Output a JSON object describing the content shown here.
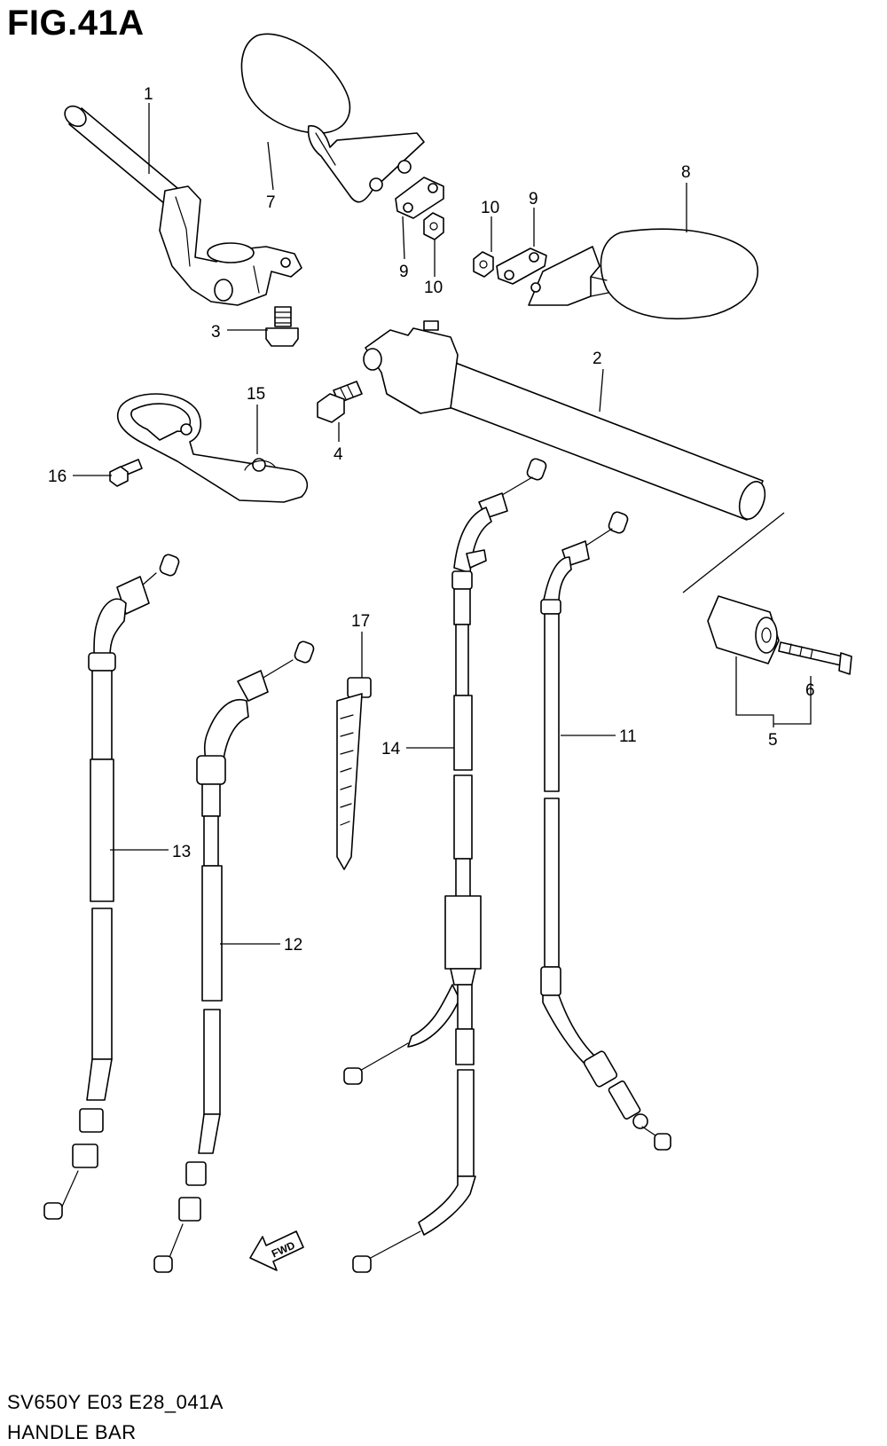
{
  "figure": {
    "title": "FIG.41A",
    "code": "SV650Y E03 E28_041A",
    "name": "HANDLE BAR",
    "fwd_label": "FWD"
  },
  "callouts": {
    "c1": "1",
    "c2": "2",
    "c3": "3",
    "c4": "4",
    "c5": "5",
    "c6": "6",
    "c7": "7",
    "c8": "8",
    "c9a": "9",
    "c9b": "9",
    "c10a": "10",
    "c10b": "10",
    "c11": "11",
    "c12": "12",
    "c13": "13",
    "c14": "14",
    "c15": "15",
    "c16": "16",
    "c17": "17"
  }
}
